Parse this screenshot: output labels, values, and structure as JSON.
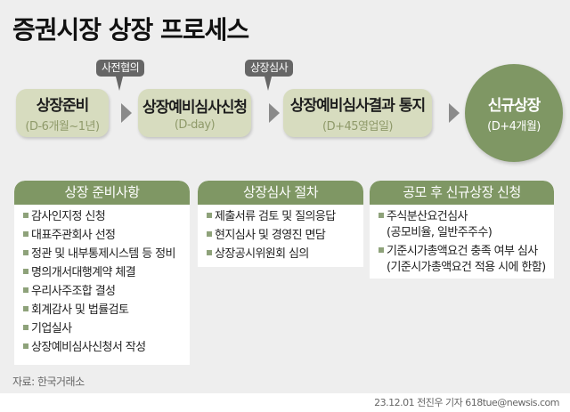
{
  "title": "증권시장 상장 프로세스",
  "process": {
    "steps": [
      {
        "main": "상장준비",
        "sub": "(D-6개월~1년)"
      },
      {
        "main": "상장예비심사신청",
        "sub": "(D-day)"
      },
      {
        "main": "상장예비심사결과 통지",
        "sub": "(D+45영업일)"
      },
      {
        "main": "신규상장",
        "sub": "(D+4개월)"
      }
    ],
    "bubbles": [
      "사전협의",
      "상장심사"
    ]
  },
  "panels": [
    {
      "header": "상장 준비사항",
      "items": [
        {
          "text": "감사인지정 신청"
        },
        {
          "text": "대표주관회사 선정"
        },
        {
          "text": "정관 및 내부통제시스템 등 정비"
        },
        {
          "text": "명의개서대행계약 체결"
        },
        {
          "text": "우리사주조합 결성"
        },
        {
          "text": "회계감사 및 법률검토"
        },
        {
          "text": "기업실사"
        },
        {
          "text": "상장예비심사신청서 작성"
        }
      ]
    },
    {
      "header": "상장심사 절차",
      "items": [
        {
          "text": "제출서류 검토 및 질의응답"
        },
        {
          "text": "현지심사 및 경영진 면담"
        },
        {
          "text": "상장공시위원회 심의"
        }
      ]
    },
    {
      "header": "공모 후 신규상장 신청",
      "items": [
        {
          "text": "주식분산요건심사",
          "note": "(공모비율, 일반주주수)"
        },
        {
          "text": "기준시가총액요건 충족 여부 심사",
          "note": "(기준시가총액요건 적용 시에 한함)"
        }
      ]
    }
  ],
  "source": "자료: 한국거래소",
  "credit": "23.12.01 전진우 기자 618tue@newsis.com",
  "colors": {
    "background": "#eeeeee",
    "step_box": "#d7dcbf",
    "accent_green": "#7f9764",
    "bubble": "#666666",
    "arrow": "#8a8a8a"
  }
}
